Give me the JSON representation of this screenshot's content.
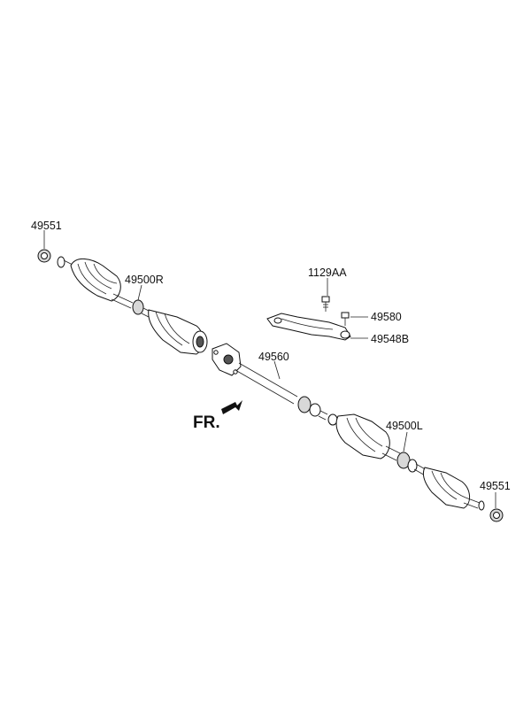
{
  "diagram": {
    "front_marker": "FR.",
    "labels": {
      "nut_left": "49551",
      "shaft_right": "49500R",
      "bolt_top": "1129AA",
      "bolt_right": "49580",
      "bracket": "49548B",
      "intermediate_shaft": "49560",
      "shaft_left": "49500L",
      "nut_right": "49551"
    }
  }
}
